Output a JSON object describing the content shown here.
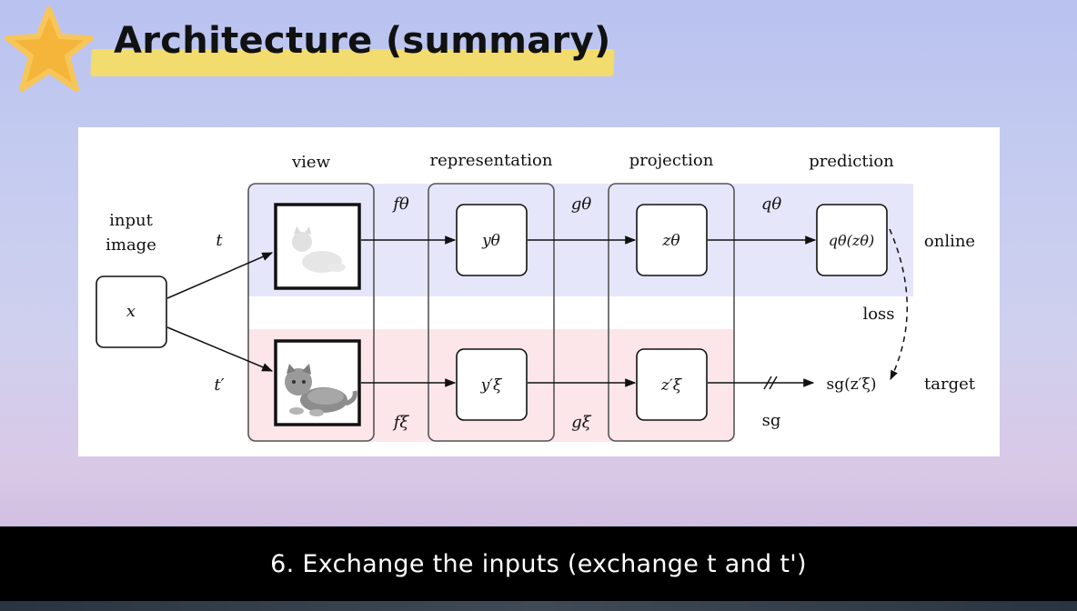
{
  "slide": {
    "title": "Architecture (summary)",
    "caption": "6. Exchange the inputs (exchange t and t')"
  },
  "diagram": {
    "stage_labels": {
      "view": "view",
      "representation": "representation",
      "projection": "projection",
      "prediction": "prediction"
    },
    "input_label_line1": "input",
    "input_label_line2": "image",
    "input_node": "x",
    "online_branch": {
      "view_transform": "t",
      "encoder": "fθ",
      "representation": "yθ",
      "projector": "gθ",
      "projection": "zθ",
      "predictor": "qθ",
      "prediction": "qθ(zθ)",
      "label": "online"
    },
    "target_branch": {
      "view_transform": "t′",
      "encoder": "fξ",
      "representation": "y′ξ",
      "projector": "gξ",
      "projection": "z′ξ",
      "stop_gradient": "sg",
      "output": "sg(z′ξ)",
      "label": "target"
    },
    "loss_label": "loss",
    "colors": {
      "online_band": "#e6e6fb",
      "target_band": "#fde6ea",
      "highlight": "#f6de5e",
      "star": "#f4b53a"
    }
  }
}
